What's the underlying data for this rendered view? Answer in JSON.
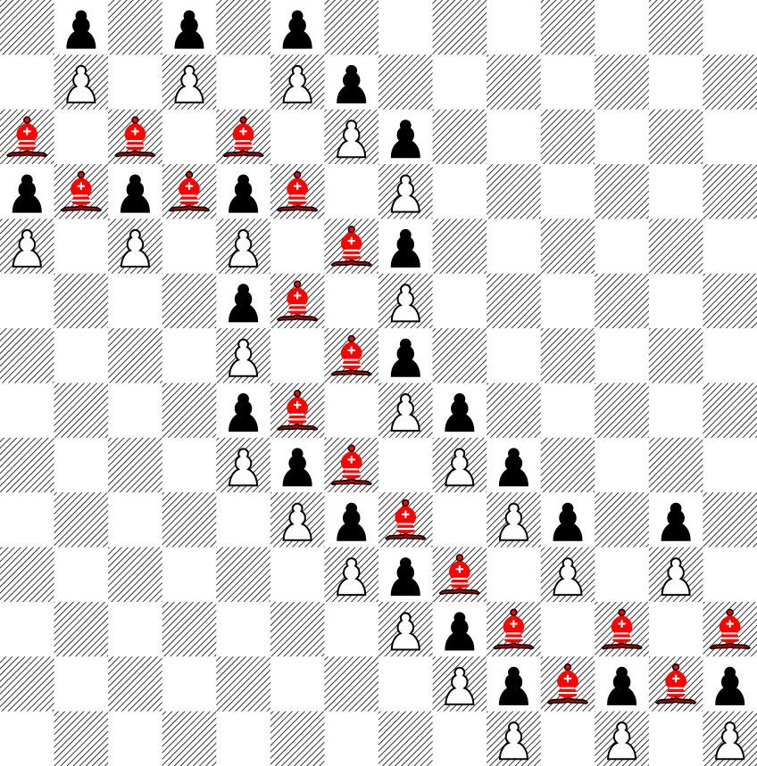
{
  "board": {
    "columns": 14,
    "rows": 14,
    "light_square_color": "#ffffff",
    "dark_square_pattern": "diagonal-hatch",
    "hatch_color": "#000000",
    "pieces": [
      {
        "kind": "black-pawn",
        "col": 1,
        "row": 0
      },
      {
        "kind": "black-pawn",
        "col": 3,
        "row": 0
      },
      {
        "kind": "black-pawn",
        "col": 5,
        "row": 0
      },
      {
        "kind": "white-pawn",
        "col": 1,
        "row": 1
      },
      {
        "kind": "white-pawn",
        "col": 3,
        "row": 1
      },
      {
        "kind": "white-pawn",
        "col": 5,
        "row": 1
      },
      {
        "kind": "black-pawn",
        "col": 6,
        "row": 1
      },
      {
        "kind": "red-bishop",
        "col": 0,
        "row": 2
      },
      {
        "kind": "red-bishop",
        "col": 2,
        "row": 2
      },
      {
        "kind": "red-bishop",
        "col": 4,
        "row": 2
      },
      {
        "kind": "white-pawn",
        "col": 6,
        "row": 2
      },
      {
        "kind": "black-pawn",
        "col": 7,
        "row": 2
      },
      {
        "kind": "black-pawn",
        "col": 0,
        "row": 3
      },
      {
        "kind": "red-bishop",
        "col": 1,
        "row": 3
      },
      {
        "kind": "black-pawn",
        "col": 2,
        "row": 3
      },
      {
        "kind": "red-bishop",
        "col": 3,
        "row": 3
      },
      {
        "kind": "black-pawn",
        "col": 4,
        "row": 3
      },
      {
        "kind": "red-bishop",
        "col": 5,
        "row": 3
      },
      {
        "kind": "white-pawn",
        "col": 7,
        "row": 3
      },
      {
        "kind": "white-pawn",
        "col": 0,
        "row": 4
      },
      {
        "kind": "white-pawn",
        "col": 2,
        "row": 4
      },
      {
        "kind": "white-pawn",
        "col": 4,
        "row": 4
      },
      {
        "kind": "red-bishop",
        "col": 6,
        "row": 4
      },
      {
        "kind": "black-pawn",
        "col": 7,
        "row": 4
      },
      {
        "kind": "black-pawn",
        "col": 4,
        "row": 5
      },
      {
        "kind": "red-bishop",
        "col": 5,
        "row": 5
      },
      {
        "kind": "white-pawn",
        "col": 7,
        "row": 5
      },
      {
        "kind": "white-pawn",
        "col": 4,
        "row": 6
      },
      {
        "kind": "red-bishop",
        "col": 6,
        "row": 6
      },
      {
        "kind": "black-pawn",
        "col": 7,
        "row": 6
      },
      {
        "kind": "black-pawn",
        "col": 4,
        "row": 7
      },
      {
        "kind": "red-bishop",
        "col": 5,
        "row": 7
      },
      {
        "kind": "white-pawn",
        "col": 7,
        "row": 7
      },
      {
        "kind": "black-pawn",
        "col": 8,
        "row": 7
      },
      {
        "kind": "white-pawn",
        "col": 4,
        "row": 8
      },
      {
        "kind": "black-pawn",
        "col": 5,
        "row": 8
      },
      {
        "kind": "red-bishop",
        "col": 6,
        "row": 8
      },
      {
        "kind": "white-pawn",
        "col": 8,
        "row": 8
      },
      {
        "kind": "black-pawn",
        "col": 9,
        "row": 8
      },
      {
        "kind": "white-pawn",
        "col": 5,
        "row": 9
      },
      {
        "kind": "black-pawn",
        "col": 6,
        "row": 9
      },
      {
        "kind": "red-bishop",
        "col": 7,
        "row": 9
      },
      {
        "kind": "white-pawn",
        "col": 9,
        "row": 9
      },
      {
        "kind": "black-pawn",
        "col": 10,
        "row": 9
      },
      {
        "kind": "black-pawn",
        "col": 12,
        "row": 9
      },
      {
        "kind": "white-pawn",
        "col": 6,
        "row": 10
      },
      {
        "kind": "black-pawn",
        "col": 7,
        "row": 10
      },
      {
        "kind": "red-bishop",
        "col": 8,
        "row": 10
      },
      {
        "kind": "white-pawn",
        "col": 10,
        "row": 10
      },
      {
        "kind": "white-pawn",
        "col": 12,
        "row": 10
      },
      {
        "kind": "white-pawn",
        "col": 7,
        "row": 11
      },
      {
        "kind": "black-pawn",
        "col": 8,
        "row": 11
      },
      {
        "kind": "red-bishop",
        "col": 9,
        "row": 11
      },
      {
        "kind": "red-bishop",
        "col": 11,
        "row": 11
      },
      {
        "kind": "red-bishop",
        "col": 13,
        "row": 11
      },
      {
        "kind": "white-pawn",
        "col": 8,
        "row": 12
      },
      {
        "kind": "black-pawn",
        "col": 9,
        "row": 12
      },
      {
        "kind": "red-bishop",
        "col": 10,
        "row": 12
      },
      {
        "kind": "black-pawn",
        "col": 11,
        "row": 12
      },
      {
        "kind": "red-bishop",
        "col": 12,
        "row": 12
      },
      {
        "kind": "black-pawn",
        "col": 13,
        "row": 12
      },
      {
        "kind": "white-pawn",
        "col": 9,
        "row": 13
      },
      {
        "kind": "white-pawn",
        "col": 11,
        "row": 13
      },
      {
        "kind": "white-pawn",
        "col": 13,
        "row": 13
      }
    ]
  },
  "colors": {
    "black_piece": "#000000",
    "white_piece": "#ffffff",
    "red_piece": "#ff0000",
    "red_piece_dark": "#b30000",
    "outline": "#000000"
  }
}
